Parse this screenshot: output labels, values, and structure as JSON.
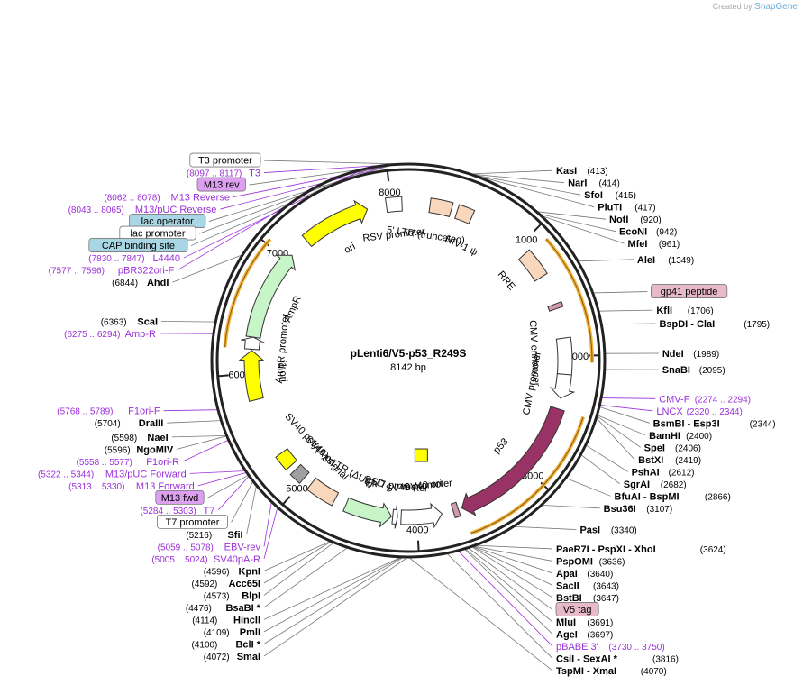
{
  "credit": {
    "prefix": "Created by",
    "brand": "SnapGene"
  },
  "plasmid": {
    "name": "pLenti6/V5-p53_R249S",
    "length_label": "8142 bp",
    "length": 8142
  },
  "ticks": [
    1000,
    2000,
    3000,
    4000,
    5000,
    6000,
    7000,
    8000
  ],
  "features": [
    {
      "name": "RSV promoter",
      "start": 7960,
      "end": 8090,
      "color": "#ffffff",
      "dir": 0,
      "shape": "arrow"
    },
    {
      "name": "5' LTR (truncated)",
      "start": 180,
      "end": 360,
      "color": "#f8d7bc",
      "dir": 0,
      "shape": "box"
    },
    {
      "name": "HIV-1 ψ",
      "start": 410,
      "end": 540,
      "color": "#f8d7bc",
      "dir": 0,
      "shape": "box"
    },
    {
      "name": "RRE",
      "start": 1075,
      "end": 1310,
      "color": "#f8d7bc",
      "dir": 0,
      "shape": "box"
    },
    {
      "name": "gp41 peptide",
      "start": 1560,
      "end": 1600,
      "color": "#d09ab0",
      "dir": 0,
      "shape": "box"
    },
    {
      "name": "CMV enhancer",
      "start": 1850,
      "end": 2150,
      "color": "#ffffff",
      "dir": 0,
      "shape": "box"
    },
    {
      "name": "CMV promoter",
      "start": 2150,
      "end": 2350,
      "color": "#ffffff",
      "dir": 1,
      "shape": "arrow"
    },
    {
      "name": "p53",
      "start": 2440,
      "end": 3620,
      "color": "#993366",
      "dir": 1,
      "shape": "arrow"
    },
    {
      "name": "V5 tag",
      "start": 3650,
      "end": 3695,
      "color": "#d09ab0",
      "dir": 0,
      "shape": "box"
    },
    {
      "name": "SV40 ori",
      "start": 3830,
      "end": 3960,
      "color": "#ffff00",
      "dir": 0,
      "shape": "square"
    },
    {
      "name": "SV40 promoter",
      "start": 3790,
      "end": 4130,
      "color": "#ffffff",
      "dir": -1,
      "shape": "arrow"
    },
    {
      "name": "EM7 promoter",
      "start": 4160,
      "end": 4200,
      "color": "#ffffff",
      "dir": -1,
      "shape": "arrow"
    },
    {
      "name": "BSD",
      "start": 4210,
      "end": 4600,
      "color": "#c8f5c8",
      "dir": -1,
      "shape": "arrow"
    },
    {
      "name": "3' LTR (ΔU3)",
      "start": 4700,
      "end": 4935,
      "color": "#f8d7bc",
      "dir": 0,
      "shape": "box"
    },
    {
      "name": "SV40 ori",
      "start": 5010,
      "end": 5110,
      "color": "#a0a0a0",
      "dir": 0,
      "shape": "box"
    },
    {
      "name": "SV40 poly(A) signal",
      "start": 5160,
      "end": 5290,
      "color": "#ffff00",
      "dir": 0,
      "shape": "box"
    },
    {
      "name": "f1 ori",
      "start": 5780,
      "end": 6190,
      "color": "#ffff00",
      "dir": 1,
      "shape": "arrow"
    },
    {
      "name": "AmpR promoter",
      "start": 6200,
      "end": 6300,
      "color": "#ffffff",
      "dir": 1,
      "shape": "arrow"
    },
    {
      "name": "AmpR",
      "start": 6300,
      "end": 7060,
      "color": "#c8f5c8",
      "dir": 1,
      "shape": "arrow"
    },
    {
      "name": "ori",
      "start": 7230,
      "end": 7800,
      "color": "#ffff00",
      "dir": 1,
      "shape": "arrow"
    }
  ],
  "feature_labels": [
    {
      "text": "RSV promoter",
      "bp": 7995
    },
    {
      "text": "5' LTR (truncated)",
      "bp": 180
    },
    {
      "text": "HIV-1 ψ",
      "bp": 560
    },
    {
      "text": "RRE",
      "bp": 1150
    },
    {
      "text": "CMV enhancer",
      "bp": 1960
    },
    {
      "text": "CMV promoter",
      "bp": 2270
    },
    {
      "text": "p53",
      "bp": 3000
    },
    {
      "text": "SV40 ori",
      "bp": 3920
    },
    {
      "text": "SV40 promoter",
      "bp": 3960
    },
    {
      "text": "EM7 promoter",
      "bp": 4190
    },
    {
      "text": "BSD",
      "bp": 4420
    },
    {
      "text": "3' LTR (ΔU3)",
      "bp": 4720
    },
    {
      "text": "SV40 ori",
      "bp": 5070
    },
    {
      "text": "SV40 poly(A) signal",
      "bp": 5130
    },
    {
      "text": "f1 ori",
      "bp": 6000
    },
    {
      "text": "AmpR promoter",
      "bp": 6230
    },
    {
      "text": "AmpR",
      "bp": 6650
    },
    {
      "text": "ori",
      "bp": 7520
    }
  ],
  "sites": [
    {
      "name": "KasI",
      "pos": "(413)",
      "bp": 413,
      "side": "right"
    },
    {
      "name": "NarI",
      "pos": "(414)",
      "bp": 414,
      "side": "right"
    },
    {
      "name": "SfoI",
      "pos": "(415)",
      "bp": 415,
      "side": "right"
    },
    {
      "name": "PluTI",
      "pos": "(417)",
      "bp": 417,
      "side": "right"
    },
    {
      "name": "NotI",
      "pos": "(920)",
      "bp": 920,
      "side": "right"
    },
    {
      "name": "EcoNI",
      "pos": "(942)",
      "bp": 942,
      "side": "right"
    },
    {
      "name": "MfeI",
      "pos": "(961)",
      "bp": 961,
      "side": "right"
    },
    {
      "name": "AleI",
      "pos": "(1349)",
      "bp": 1349,
      "side": "right"
    },
    {
      "name": "gp41 peptide",
      "pos": "",
      "bp": 1580,
      "side": "right",
      "tag": "pink"
    },
    {
      "name": "KflI",
      "pos": "(1706)",
      "bp": 1706,
      "side": "right"
    },
    {
      "name": "BspDI  - ClaI",
      "pos": "(1795)",
      "bp": 1795,
      "side": "right"
    },
    {
      "name": "NdeI",
      "pos": "(1989)",
      "bp": 1989,
      "side": "right"
    },
    {
      "name": "SnaBI",
      "pos": "(2095)",
      "bp": 2095,
      "side": "right"
    },
    {
      "name": "CMV-F",
      "pos": "(2274 .. 2294)",
      "bp": 2284,
      "side": "right",
      "primer": true
    },
    {
      "name": "LNCX",
      "pos": "(2320 .. 2344)",
      "bp": 2332,
      "side": "right",
      "primer": true
    },
    {
      "name": "BsmBI   - Esp3I",
      "pos": "(2344)",
      "bp": 2344,
      "side": "right"
    },
    {
      "name": "BamHI",
      "pos": "(2400)",
      "bp": 2400,
      "side": "right"
    },
    {
      "name": "SpeI",
      "pos": "(2406)",
      "bp": 2406,
      "side": "right"
    },
    {
      "name": "BstXI",
      "pos": "(2419)",
      "bp": 2419,
      "side": "right"
    },
    {
      "name": "PshAI",
      "pos": "(2612)",
      "bp": 2612,
      "side": "right"
    },
    {
      "name": "SgrAI",
      "pos": "(2682)",
      "bp": 2682,
      "side": "right"
    },
    {
      "name": "BfuAI  - BspMI",
      "pos": "(2866)",
      "bp": 2866,
      "side": "right"
    },
    {
      "name": "Bsu36I",
      "pos": "(3107)",
      "bp": 3107,
      "side": "right"
    },
    {
      "name": "PasI",
      "pos": "(3340)",
      "bp": 3340,
      "side": "right"
    },
    {
      "name": "PaeR7I  - PspXI  - XhoI",
      "pos": "(3624)",
      "bp": 3624,
      "side": "right"
    },
    {
      "name": "PspOMI",
      "pos": "(3636)",
      "bp": 3636,
      "side": "right"
    },
    {
      "name": "ApaI",
      "pos": "(3640)",
      "bp": 3640,
      "side": "right"
    },
    {
      "name": "SacII",
      "pos": "(3643)",
      "bp": 3643,
      "side": "right"
    },
    {
      "name": "BstBI",
      "pos": "(3647)",
      "bp": 3647,
      "side": "right"
    },
    {
      "name": "V5 tag",
      "pos": "",
      "bp": 3672,
      "side": "right",
      "tag": "pink"
    },
    {
      "name": "MluI",
      "pos": "(3691)",
      "bp": 3691,
      "side": "right"
    },
    {
      "name": "AgeI",
      "pos": "(3697)",
      "bp": 3697,
      "side": "right"
    },
    {
      "name": "pBABE 3'",
      "pos": "(3730 .. 3750)",
      "bp": 3740,
      "side": "right",
      "primer": true
    },
    {
      "name": "CsiI  - SexAI *",
      "pos": "(3816)",
      "bp": 3816,
      "side": "right"
    },
    {
      "name": "TspMI  - XmaI",
      "pos": "(4070)",
      "bp": 4070,
      "side": "right"
    },
    {
      "name": "SmaI",
      "pos": "(4072)",
      "bp": 4072,
      "side": "left"
    },
    {
      "name": "BclI *",
      "pos": "(4100)",
      "bp": 4100,
      "side": "left"
    },
    {
      "name": "PmlI",
      "pos": "(4109)",
      "bp": 4109,
      "side": "left"
    },
    {
      "name": "HincII",
      "pos": "(4114)",
      "bp": 4114,
      "side": "left"
    },
    {
      "name": "BsaBI *",
      "pos": "(4476)",
      "bp": 4476,
      "side": "left"
    },
    {
      "name": "BlpI",
      "pos": "(4573)",
      "bp": 4573,
      "side": "left"
    },
    {
      "name": "Acc65I",
      "pos": "(4592)",
      "bp": 4592,
      "side": "left"
    },
    {
      "name": "KpnI",
      "pos": "(4596)",
      "bp": 4596,
      "side": "left"
    },
    {
      "name": "SV40pA-R",
      "pos": "(5005 .. 5024)",
      "bp": 5014,
      "side": "left",
      "primer": true
    },
    {
      "name": "EBV-rev",
      "pos": "(5059 .. 5078)",
      "bp": 5068,
      "side": "left",
      "primer": true
    },
    {
      "name": "SfiI",
      "pos": "(5216)",
      "bp": 5216,
      "side": "left"
    },
    {
      "name": "T7 promoter",
      "pos": "",
      "bp": 5250,
      "side": "left",
      "tag": "white"
    },
    {
      "name": "T7",
      "pos": "(5284 .. 5303)",
      "bp": 5293,
      "side": "left",
      "primer": true
    },
    {
      "name": "M13 fwd",
      "pos": "",
      "bp": 5300,
      "side": "left",
      "tag": "purple"
    },
    {
      "name": "M13 Forward",
      "pos": "(5313 .. 5330)",
      "bp": 5321,
      "side": "left",
      "primer": true
    },
    {
      "name": "M13/pUC Forward",
      "pos": "(5322 .. 5344)",
      "bp": 5333,
      "side": "left",
      "primer": true
    },
    {
      "name": "F1ori-R",
      "pos": "(5558 .. 5577)",
      "bp": 5567,
      "side": "left",
      "primer": true
    },
    {
      "name": "NgoMIV",
      "pos": "(5596)",
      "bp": 5596,
      "side": "left"
    },
    {
      "name": "NaeI",
      "pos": "(5598)",
      "bp": 5598,
      "side": "left"
    },
    {
      "name": "DraIII",
      "pos": "(5704)",
      "bp": 5704,
      "side": "left"
    },
    {
      "name": "F1ori-F",
      "pos": "(5768 .. 5789)",
      "bp": 5778,
      "side": "left",
      "primer": true
    },
    {
      "name": "Amp-R",
      "pos": "(6275 .. 6294)",
      "bp": 6284,
      "side": "left",
      "primer": true
    },
    {
      "name": "ScaI",
      "pos": "(6363)",
      "bp": 6363,
      "side": "left"
    },
    {
      "name": "AhdI",
      "pos": "(6844)",
      "bp": 6844,
      "side": "left"
    },
    {
      "name": "pBR322ori-F",
      "pos": "(7577 .. 7596)",
      "bp": 7586,
      "side": "left",
      "primer": true
    },
    {
      "name": "L4440",
      "pos": "(7830 .. 7847)",
      "bp": 7838,
      "side": "left",
      "primer": true
    },
    {
      "name": "CAP binding site",
      "pos": "",
      "bp": 7900,
      "side": "left",
      "tag": "blue"
    },
    {
      "name": "lac promoter",
      "pos": "",
      "bp": 7930,
      "side": "left",
      "tag": "white"
    },
    {
      "name": "M13/pUC Reverse",
      "pos": "(8043 .. 8065)",
      "bp": 8054,
      "side": "left",
      "primer": true
    },
    {
      "name": "lac operator",
      "pos": "",
      "bp": 8040,
      "side": "left",
      "tag": "blue"
    },
    {
      "name": "M13 Reverse",
      "pos": "(8062 .. 8078)",
      "bp": 8070,
      "side": "left",
      "primer": true
    },
    {
      "name": "M13 rev",
      "pos": "",
      "bp": 8075,
      "side": "left",
      "tag": "purple"
    },
    {
      "name": "T3",
      "pos": "(8097 .. 8117)",
      "bp": 8107,
      "side": "left",
      "primer": true
    },
    {
      "name": "T3 promoter",
      "pos": "",
      "bp": 8110,
      "side": "left",
      "tag": "white"
    }
  ]
}
